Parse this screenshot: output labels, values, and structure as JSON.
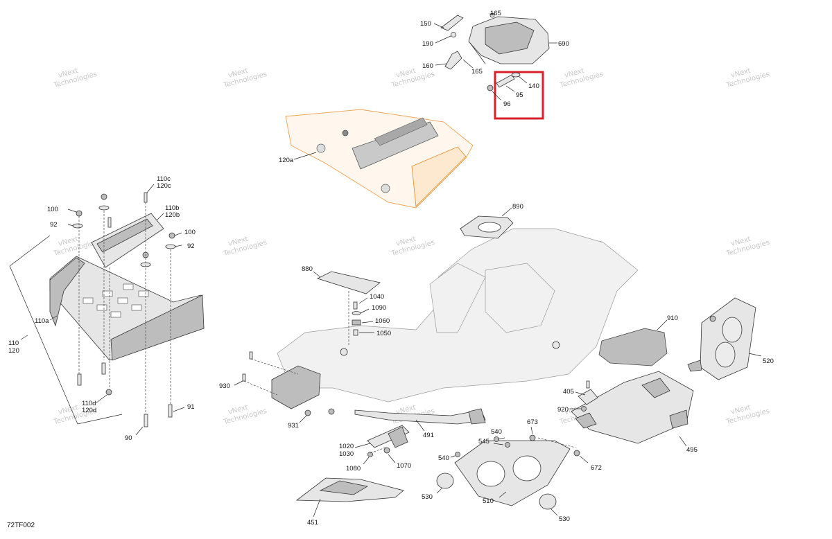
{
  "diagram": {
    "drawing_code": "72TF002",
    "watermark_line1": "vNext",
    "watermark_line2": "Technologies",
    "highlight_color": "#d9202a",
    "accent_color": "#f0a050",
    "labels": {
      "p165a": "165",
      "p150": "150",
      "p190": "190",
      "p690": "690",
      "p160": "160",
      "p165b": "165",
      "p140": "140",
      "p95": "95",
      "p96": "96",
      "p120a": "120a",
      "p110c": "110c",
      "p120c": "120c",
      "p100a": "100",
      "p110b": "110b",
      "p120b": "120b",
      "p92a": "92",
      "p100b": "100",
      "p92b": "92",
      "p110a": "110a",
      "p110": "110",
      "p120": "120",
      "p110d": "110d",
      "p120d": "120d",
      "p91": "91",
      "p90": "90",
      "p890": "890",
      "p880": "880",
      "p1040": "1040",
      "p1090": "1090",
      "p1060": "1060",
      "p1050": "1050",
      "p930": "930",
      "p931": "931",
      "p491": "491",
      "p1020": "1020",
      "p1030": "1030",
      "p1080": "1080",
      "p1070": "1070",
      "p451": "451",
      "p540a": "540",
      "p545": "545",
      "p540b": "540",
      "p530a": "530",
      "p510": "510",
      "p530b": "530",
      "p673": "673",
      "p672": "672",
      "p910": "910",
      "p520": "520",
      "p405": "405",
      "p920": "920",
      "p495": "495"
    }
  }
}
